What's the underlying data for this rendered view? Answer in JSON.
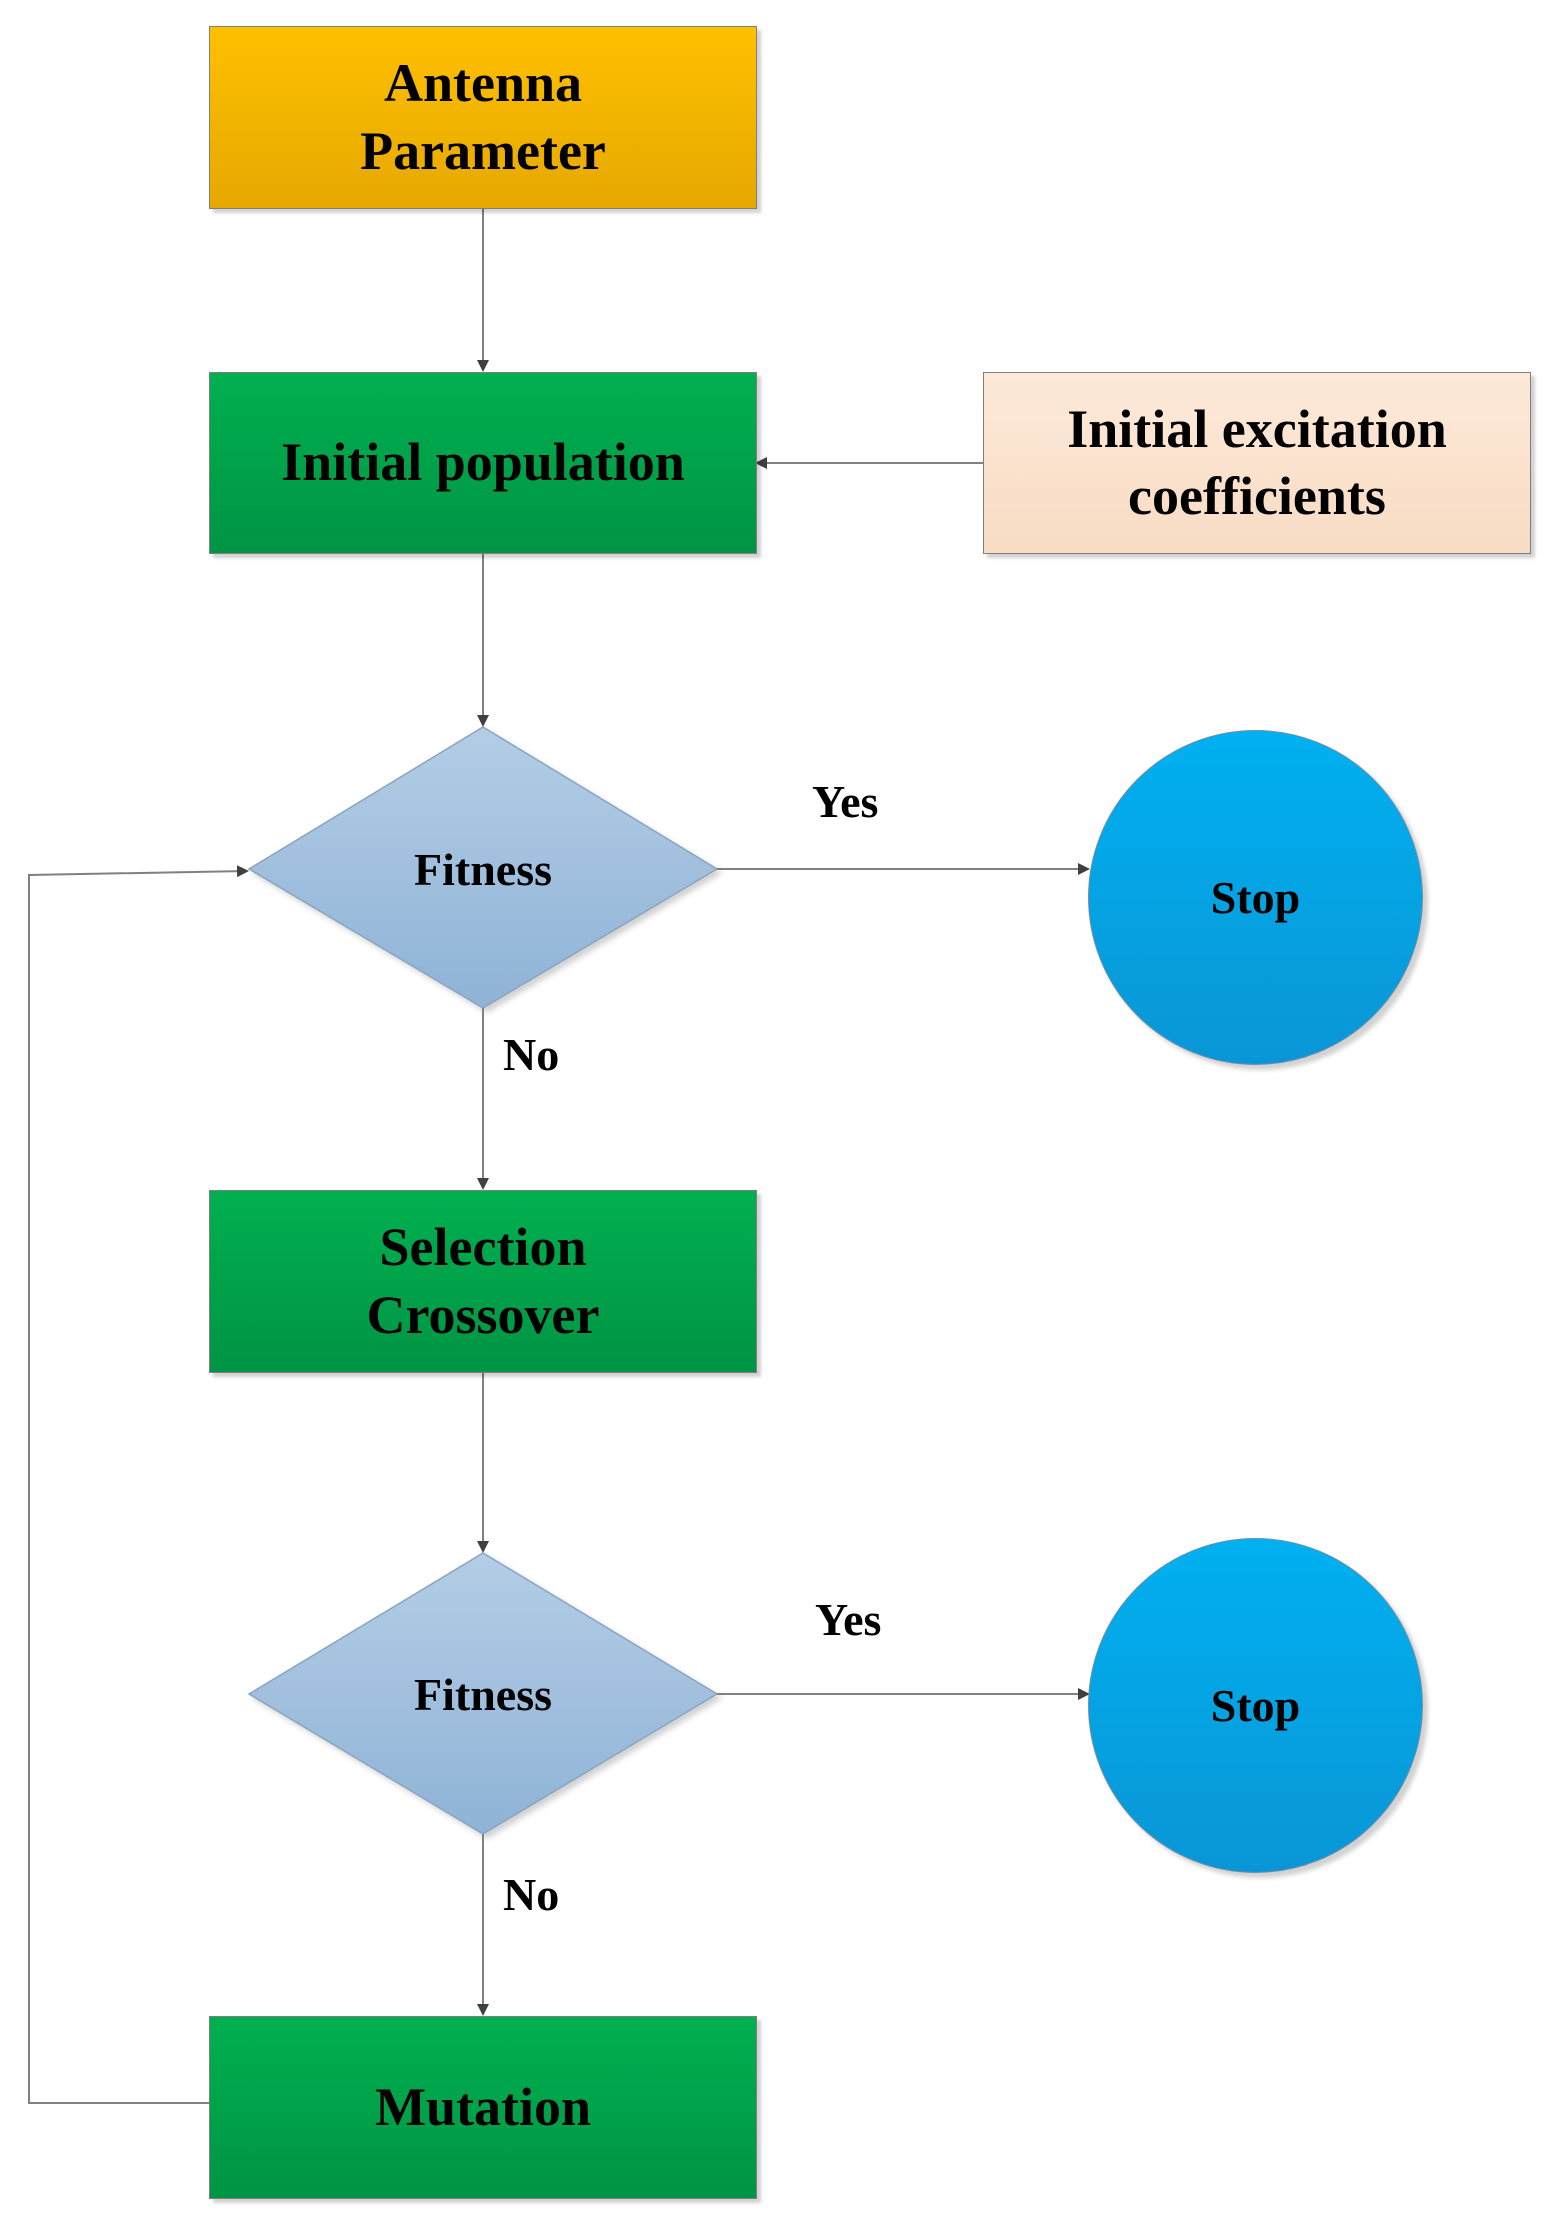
{
  "nodes": {
    "antenna_parameter": [
      "Antenna",
      "Parameter"
    ],
    "initial_population": "Initial population",
    "initial_excitation": [
      "Initial excitation",
      "coefficients"
    ],
    "fitness_1": "Fitness",
    "stop_1": "Stop",
    "selection_crossover": [
      "Selection",
      "Crossover"
    ],
    "fitness_2": "Fitness",
    "stop_2": "Stop",
    "mutation": "Mutation"
  },
  "edge_labels": {
    "yes_1": "Yes",
    "no_1": "No",
    "yes_2": "Yes",
    "no_2": "No"
  },
  "colors": {
    "start": "#ffc000",
    "process": "#00b050",
    "input": "#fde9d9",
    "decision": "#9dbddb",
    "terminal": "#00b0f0",
    "connector": "#7f7f7f"
  }
}
